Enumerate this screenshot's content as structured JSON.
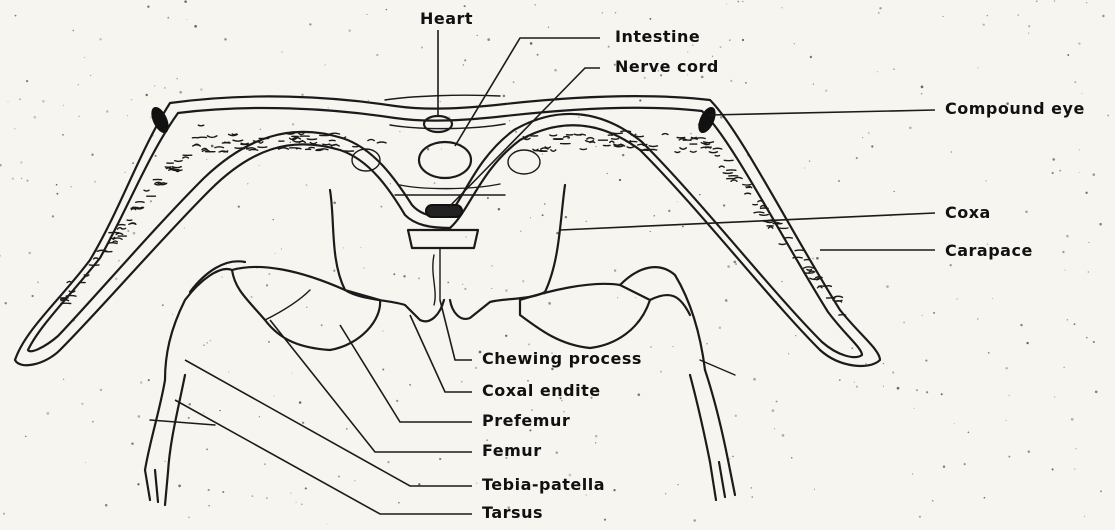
{
  "labels": {
    "heart": "Heart",
    "intestine": "Intestine",
    "nerve_cord": "Nerve cord",
    "compound_eye": "Compound eye",
    "coxa": "Coxa",
    "carapace": "Carapace",
    "chewing_process": "Chewing process",
    "coxal_endite": "Coxal endite",
    "prefemur": "Prefemur",
    "femur": "Femur",
    "tebia_patella": "Tebia-patella",
    "tarsus": "Tarsus"
  },
  "colors": {
    "paper": "#f7f5ef",
    "ink": "#1b1b1b"
  }
}
